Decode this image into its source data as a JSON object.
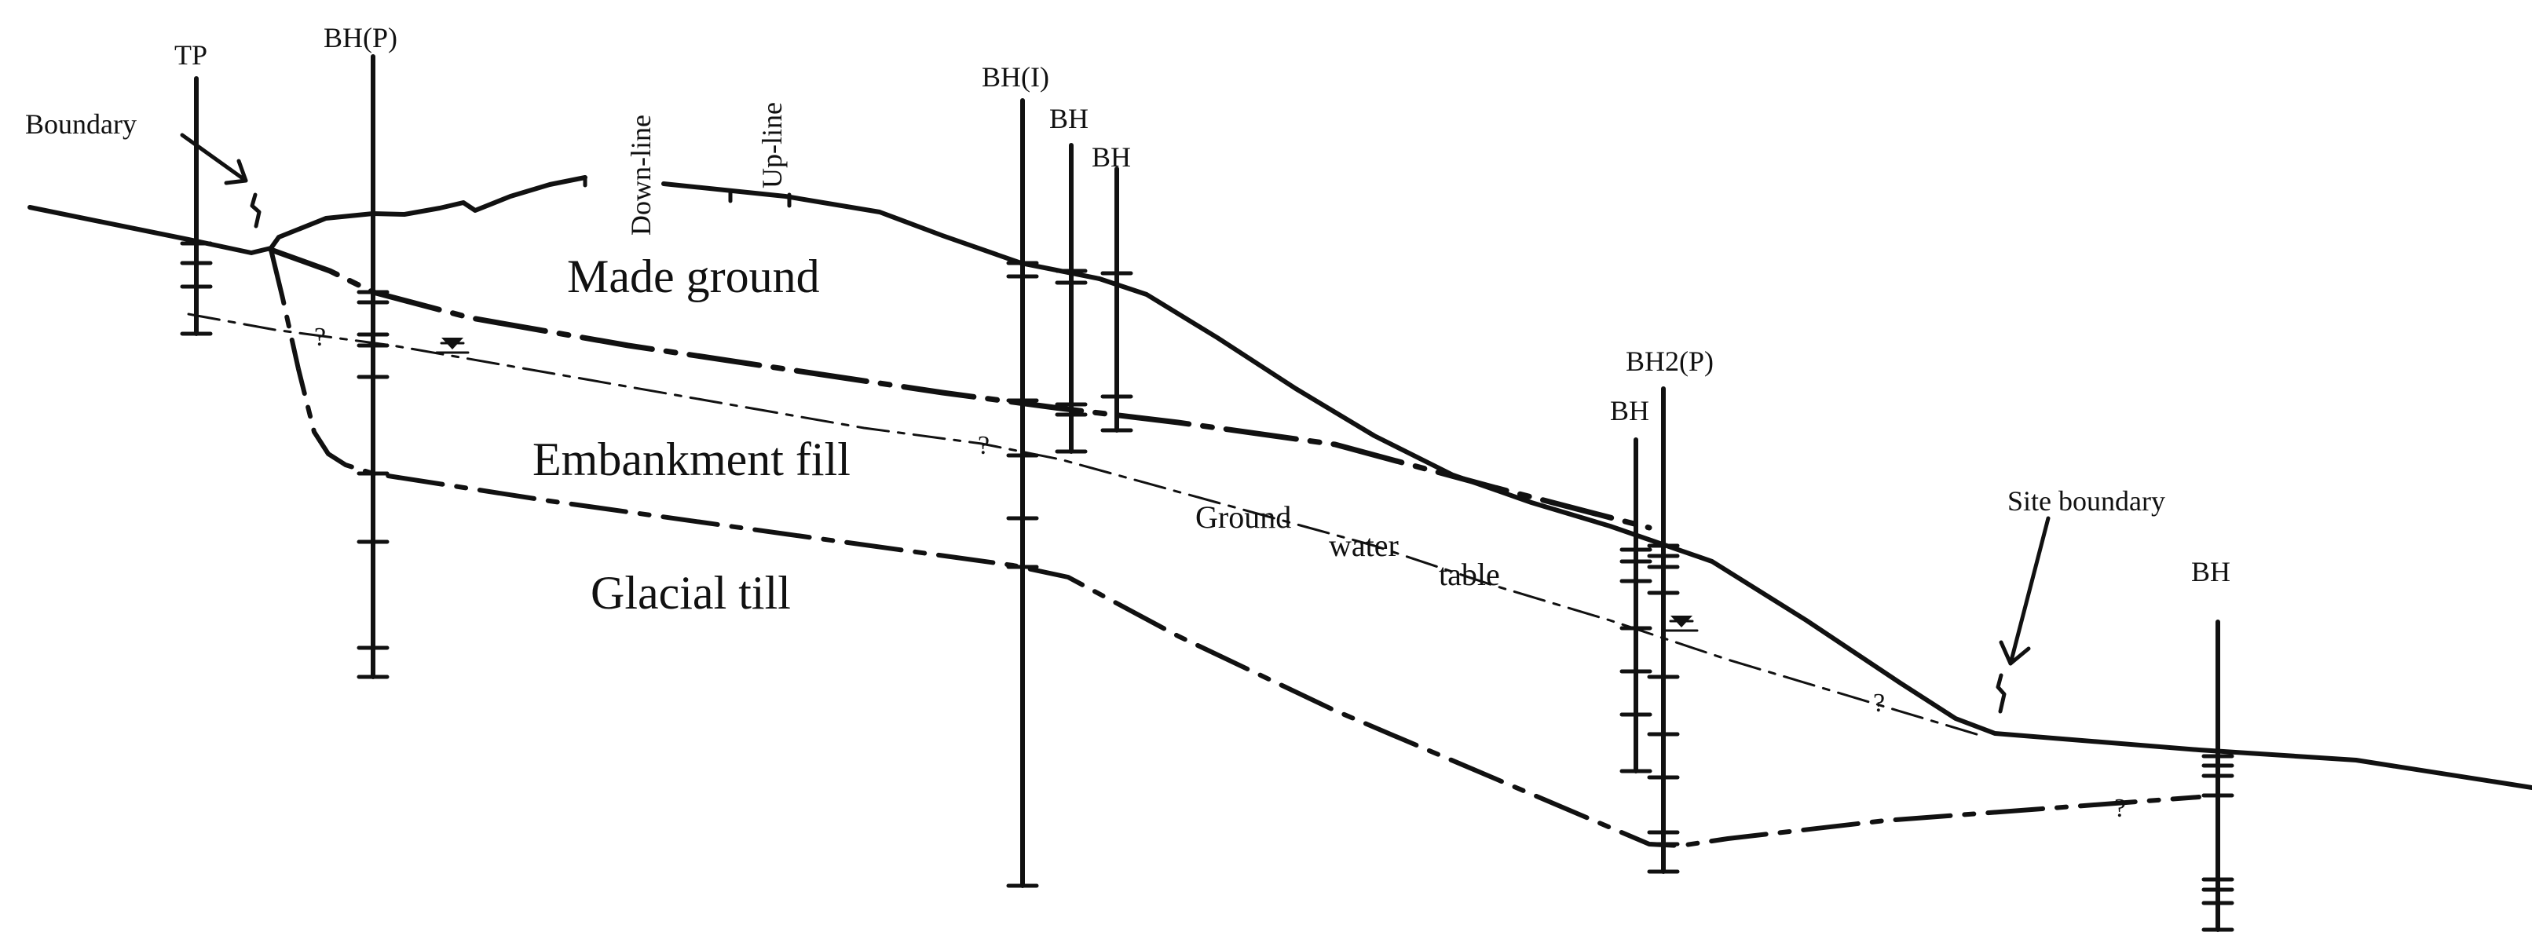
{
  "labels": {
    "tp": "TP",
    "bh_p": "BH(P)",
    "boundary": "Boundary",
    "down_line": "Down-line",
    "up_line": "Up-line",
    "bh_i": "BH(I)",
    "bh_a": "BH",
    "bh_b": "BH",
    "bh2_p": "BH2(P)",
    "bh_c": "BH",
    "bh_d": "BH",
    "site_boundary": "Site boundary",
    "made_ground": "Made ground",
    "embankment_fill": "Embankment fill",
    "glacial_till": "Glacial till",
    "ground": "Ground",
    "water": "water",
    "table": "table",
    "q": "?"
  }
}
